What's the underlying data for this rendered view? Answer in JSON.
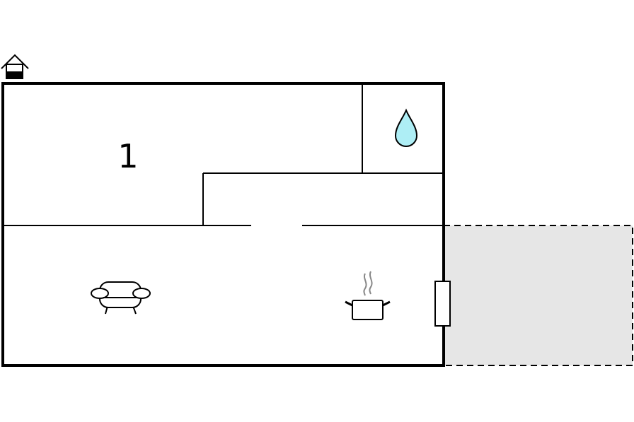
{
  "floor_plan": {
    "floor_icon": "house-floor-icon",
    "rooms": [
      {
        "label": "1",
        "kind": "bedroom"
      },
      {
        "label": "",
        "kind": "bathroom",
        "icon": "water-drop-icon"
      },
      {
        "label": "",
        "kind": "living-kitchen",
        "icons": [
          "sofa-icon",
          "cooking-pot-icon"
        ]
      }
    ],
    "outdoor_area": "terrace",
    "colors": {
      "walls": "#000000",
      "water_drop": "#aeeef5",
      "terrace_fill": "#e6e6e6",
      "steam": "#888888"
    }
  }
}
